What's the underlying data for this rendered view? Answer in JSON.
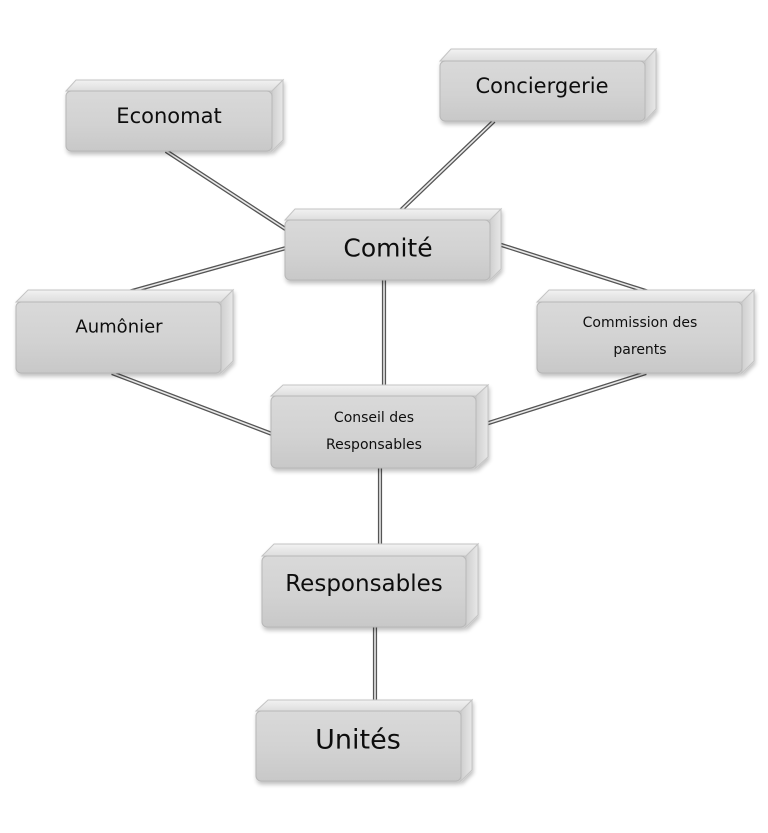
{
  "nodes": {
    "economat": "Economat",
    "conciergerie": "Conciergerie",
    "comite": "Comité",
    "aumonier": "Aumônier",
    "commission": [
      "Commission des",
      "parents"
    ],
    "conseil": [
      "Conseil des",
      "Responsables"
    ],
    "responsables": "Responsables",
    "unites": "Unités"
  },
  "colors": {
    "box_face": "#d4d4d4",
    "box_top": "#e6e6e6",
    "box_side": "#c6c6c6",
    "connector": "#555555",
    "text": "#111111"
  }
}
